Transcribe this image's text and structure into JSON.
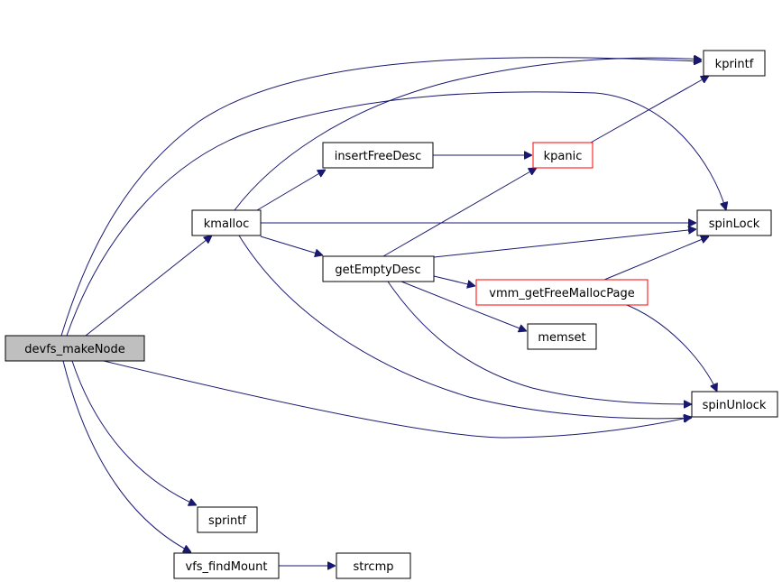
{
  "colors": {
    "edge": "#191970",
    "node_border": "#000000",
    "node_border_truncated": "#ff0000",
    "root_fill": "#bfbfbf",
    "node_fill": "#ffffff"
  },
  "nodes": {
    "devfs_makeNode": {
      "label": "devfs_makeNode",
      "root": true
    },
    "kmalloc": {
      "label": "kmalloc"
    },
    "insertFreeDesc": {
      "label": "insertFreeDesc"
    },
    "getEmptyDesc": {
      "label": "getEmptyDesc"
    },
    "kpanic": {
      "label": "kpanic",
      "truncated": true
    },
    "kprintf": {
      "label": "kprintf"
    },
    "spinLock": {
      "label": "spinLock"
    },
    "vmm_getFreeMallocPage": {
      "label": "vmm_getFreeMallocPage",
      "truncated": true
    },
    "memset": {
      "label": "memset"
    },
    "spinUnlock": {
      "label": "spinUnlock"
    },
    "sprintf": {
      "label": "sprintf"
    },
    "vfs_findMount": {
      "label": "vfs_findMount"
    },
    "strcmp": {
      "label": "strcmp"
    }
  }
}
